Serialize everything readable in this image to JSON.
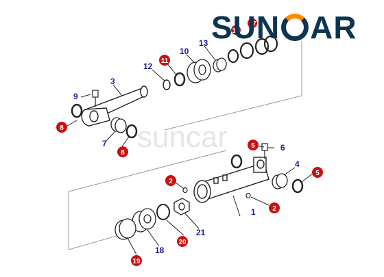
{
  "brand": {
    "part1": "SUN",
    "part2": "AR",
    "accent": "#ff8a00",
    "primary": "#0d3550"
  },
  "watermark": "suncar",
  "labels": {
    "l1": "1",
    "l2a": "2",
    "l2b": "2",
    "l3": "3",
    "l4": "4",
    "l5a": "5",
    "l5b": "5",
    "l6": "6",
    "l7": "7",
    "l8a": "8",
    "l8b": "8",
    "l9": "9",
    "l10": "10",
    "l11": "11",
    "l12": "12",
    "l13": "13",
    "l15": "15",
    "l17": "17",
    "l18": "18",
    "l19": "19",
    "l20": "20",
    "l21": "21"
  },
  "colors": {
    "badge": "#cc1010",
    "label": "#1a1aa0",
    "line": "#333333"
  }
}
